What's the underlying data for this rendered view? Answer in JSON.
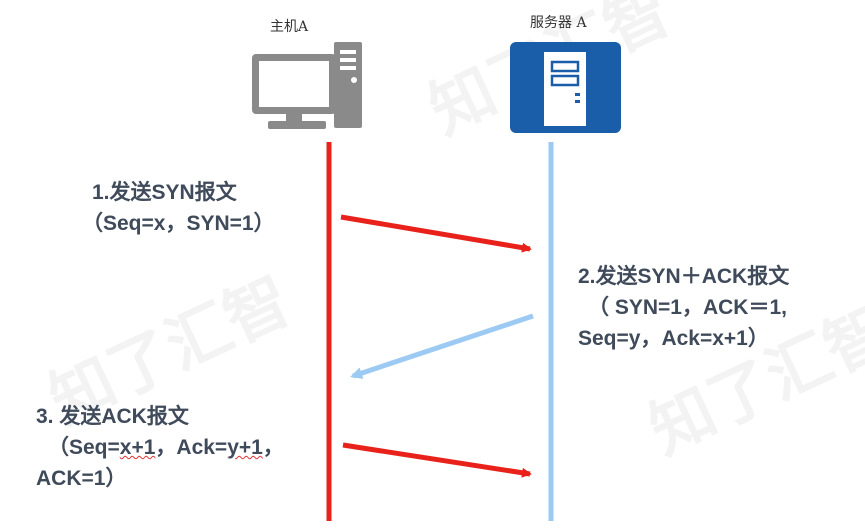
{
  "host": {
    "label": "主机A"
  },
  "server": {
    "label": "服务器 A"
  },
  "watermark": {
    "text": "知了汇智"
  },
  "messages": {
    "m1": {
      "line1": "1.发送SYN报文",
      "line2": "（Seq=x，SYN=1）"
    },
    "m2": {
      "line1": "2.发送SYN＋ACK报文",
      "line2": "（ SYN=1，ACK＝1,",
      "line3": "Seq=y，Ack=x+1）"
    },
    "m3": {
      "line1": "3. 发送ACK报文",
      "line2a": "（Seq=",
      "line2b": "x+1",
      "line2c": "，Ack=",
      "line2d": "y+1",
      "line2e": "，",
      "line3": "ACK=1）"
    }
  },
  "colors": {
    "host_line": "#e8221b",
    "server_line": "#9ccaf3",
    "request_arrow": "#e8221b",
    "reply_arrow": "#9ccaf3",
    "server_icon_bg": "#1a5ea9",
    "computer_icon": "#8a8a8a",
    "text": "#3f4a5a"
  }
}
